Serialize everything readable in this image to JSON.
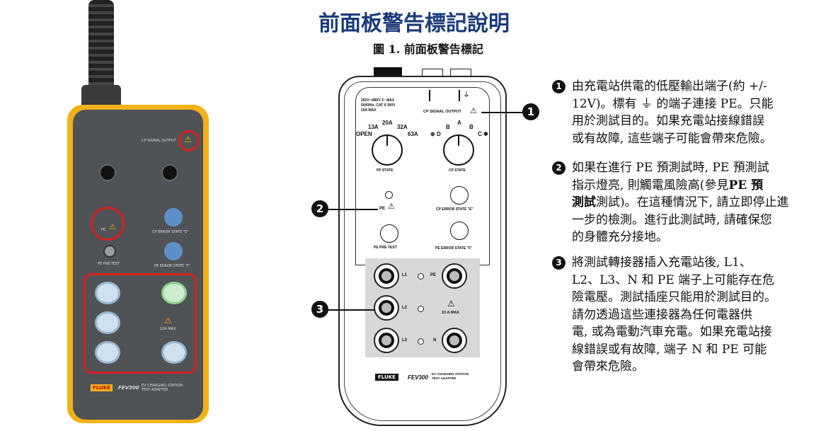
{
  "title": "前面板警告標記說明",
  "subtitle": "圖 1. 前面板警告標記",
  "photo": {
    "brand": "FLUKE",
    "model": "FEV300",
    "tagline": "EV CHARGING STATION TEST ADAPTER",
    "pe_label": "PE",
    "pe_pretest": "PE PRE-TEST",
    "cp_error_e": "CP ERROR STATE \"E\"",
    "pe_error_f": "PE ERROR STATE \"F\"",
    "cp_signal": "CP SIGNAL OUTPUT",
    "ten_a": "10A MAX"
  },
  "diagram": {
    "rating1": "250V~/480V 3~ MAX",
    "rating2": "50/60Hz, CAT II 300V",
    "rating3": "10A MAX",
    "cp_signal_output": "CP SIGNAL OUTPUT",
    "pp": {
      "open": "OPEN",
      "a13": "13A",
      "a20": "20A",
      "a32": "32A",
      "a63": "63A",
      "label": "PP STATE"
    },
    "cp": {
      "d": "D",
      "b1": "B",
      "a": "A",
      "b2": "B",
      "c": "C",
      "label": "CP STATE"
    },
    "pe": "PE",
    "pe_pretest": "PE PRE-TEST",
    "cp_error_e": "CP ERROR STATE \"E\"",
    "pe_error_f": "PE ERROR STATE \"F\"",
    "l1": "L1",
    "l2": "L2",
    "l3": "L3",
    "pe_term": "PE",
    "n": "N",
    "ten_a_max": "10 A MAX",
    "brand": "FLUKE",
    "model": "FEV300",
    "tagline1": "EV CHARGING STATION",
    "tagline2": "TEST ADAPTER",
    "callouts": [
      "1",
      "2",
      "3"
    ]
  },
  "notes": [
    {
      "num": "1",
      "lines": [
        "由充電站供電的低壓輸出端子(約 +/-",
        "12V)。標有 ⏚ 的端子連接 PE。只能",
        "用於測試目的。如果充電站接線錯誤",
        "或有故障, 這些端子可能會帶來危險。"
      ]
    },
    {
      "num": "2",
      "lines": [
        "如果在進行 PE 預測試時, PE 預測試",
        "指示燈亮, 則觸電風險高(參見",
        "測試)。在這種情況下, 請立即停止進",
        "一步的檢測。進行此測試時, 請確保您",
        "的身體充分接地。"
      ],
      "bold": "PE 預",
      "bold2": "測試"
    },
    {
      "num": "3",
      "lines": [
        "將測試轉接器插入充電站後, L1、",
        "L2、L3、N 和 PE 端子上可能存在危",
        "險電壓。測試插座只能用於測試目的。",
        "請勿透過這些連接器為任何電器供",
        "電, 或為電動汽車充電。如果充電站接",
        "線錯誤或有故障, 端子 N 和 PE 可能",
        "會帶來危險。"
      ]
    }
  ]
}
